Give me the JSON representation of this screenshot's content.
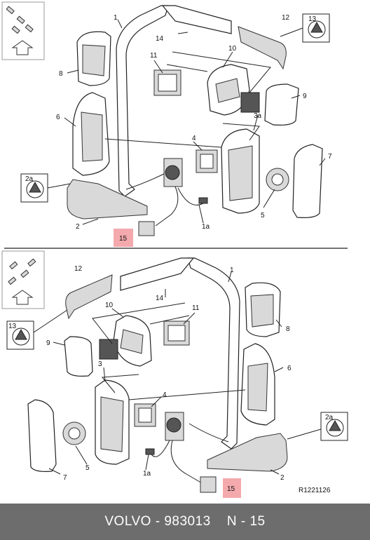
{
  "diagram": {
    "top": {
      "labels": [
        "1",
        "12",
        "13",
        "14",
        "8",
        "11",
        "10",
        "9",
        "3a",
        "6",
        "4",
        "7",
        "2a",
        "5",
        "2",
        "1a",
        "15"
      ]
    },
    "bottom": {
      "labels": [
        "12",
        "1",
        "13",
        "14",
        "11",
        "10",
        "8",
        "9",
        "3",
        "4",
        "6",
        "2a",
        "5",
        "1a",
        "7",
        "2",
        "15"
      ],
      "reference": "R1221126"
    }
  },
  "footer": {
    "brand": "VOLVO",
    "separator1": " - ",
    "part_number": "983013",
    "gap": "    ",
    "position": "N - 15"
  },
  "colors": {
    "highlight": "#f4a9ad",
    "footer_bg": "#6d6d6d",
    "footer_text": "#ffffff"
  }
}
